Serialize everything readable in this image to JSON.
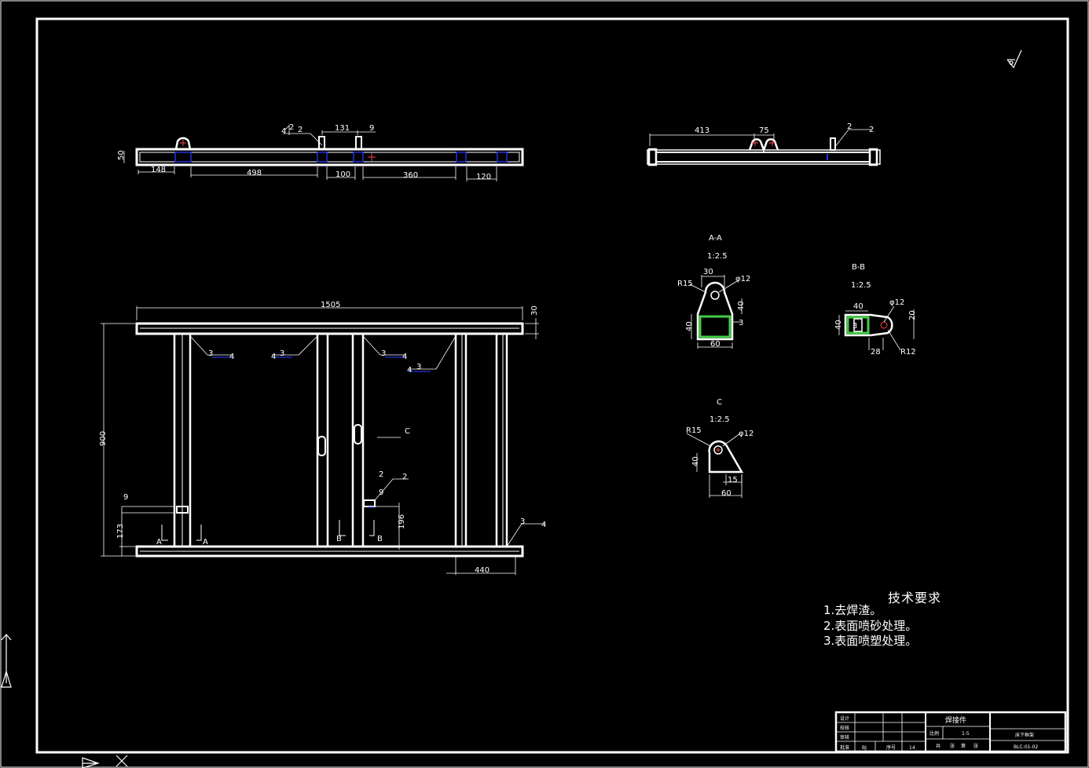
{
  "drawing": {
    "top_view": {
      "dims": [
        "50",
        "148",
        "498",
        "100",
        "360",
        "120",
        "131",
        "9"
      ],
      "weld": [
        "4",
        "2",
        "2"
      ]
    },
    "side_view": {
      "dims": [
        "413",
        "75"
      ],
      "weld": [
        "2",
        "2"
      ]
    },
    "front_view": {
      "dims": [
        "1505",
        "30",
        "900",
        "173",
        "9",
        "196",
        "9",
        "440"
      ],
      "welds": [
        [
          "3",
          "4"
        ],
        [
          "4",
          "3"
        ],
        [
          "3",
          "4"
        ],
        [
          "4",
          "3"
        ],
        [
          "3",
          "4"
        ]
      ],
      "weld_side": [
        "2",
        "2"
      ],
      "section_marks": [
        "A",
        "A",
        "B",
        "B"
      ],
      "view_mark": "C"
    },
    "section_aa": {
      "title": "A-A",
      "scale": "1:2.5",
      "labels": [
        "R15",
        "30",
        "φ12",
        "40",
        "40",
        "3",
        "60"
      ]
    },
    "section_bb": {
      "title": "B-B",
      "scale": "1:2.5",
      "labels": [
        "40",
        "φ12",
        "40",
        "20",
        "3",
        "28",
        "R12"
      ]
    },
    "detail_c": {
      "title": "C",
      "scale": "1:2.5",
      "labels": [
        "R15",
        "φ12",
        "40",
        "15",
        "60"
      ]
    }
  },
  "requirements": {
    "title": "技术要求",
    "items": [
      "1.去焊渣。",
      "2.表面喷砂处理。",
      "3.表面喷塑处理。"
    ]
  },
  "title_block": {
    "rows": [
      "设计",
      "校核",
      "审核",
      "批准"
    ],
    "batch": "BJ",
    "seq_label": "序号",
    "seq_val": "14",
    "part_name": "焊接件",
    "scale_label": "比例",
    "scale_val": "1:5",
    "sheet_a": "共",
    "sheet_b": "张",
    "sheet_c": "第",
    "sheet_d": "张",
    "drawing_title": "床下框架",
    "drawing_no": "BLC-01-02"
  }
}
